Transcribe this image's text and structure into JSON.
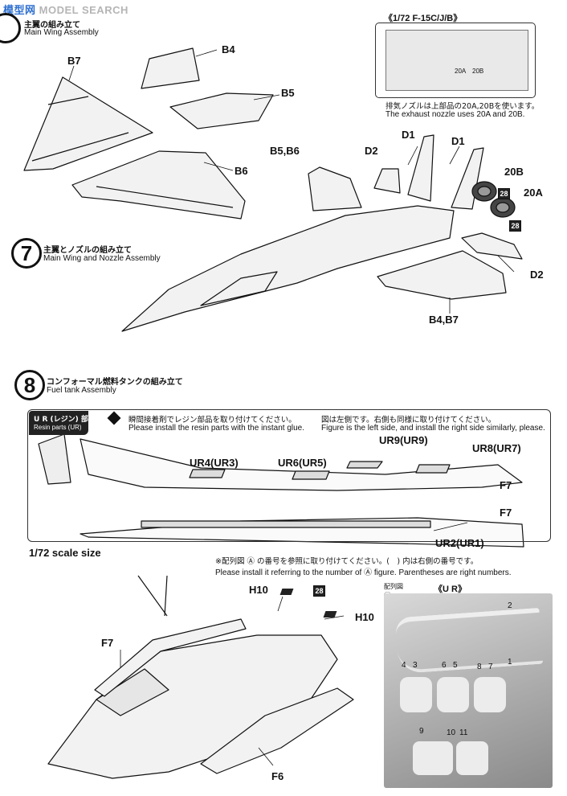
{
  "watermark": {
    "logo_text": "模型网",
    "text": "MODEL SEARCH"
  },
  "step6": {
    "title_jp": "主翼の組み立て",
    "title_en": "Main Wing Assembly"
  },
  "step7": {
    "number": "7",
    "title_jp": "主翼とノズルの組み立て",
    "title_en": "Main Wing and Nozzle Assembly"
  },
  "step8": {
    "number": "8",
    "title_jp": "コンフォーマル燃料タンクの組み立て",
    "title_en": "Fuel tank Assembly"
  },
  "inset": {
    "title": "《1/72 F-15C/J/B》",
    "part_a": "20A",
    "part_b": "20B",
    "note_jp": "排気ノズルは上部品の20A,20Bを使います。",
    "note_en": "The exhaust nozzle uses 20A and 20B."
  },
  "labels": {
    "b7": "B7",
    "b4": "B4",
    "b5": "B5",
    "b6": "B6",
    "b5b6": "B5,B6",
    "d2_top": "D2",
    "d1_a": "D1",
    "d1_b": "D1",
    "p20b": "20B",
    "p20a": "20A",
    "d2_right": "D2",
    "b4b7": "B4,B7",
    "badge_a": "28",
    "badge_b": "28",
    "badge_c": "28"
  },
  "resin": {
    "tag_jp": "U R (レジン) 部品",
    "tag_en": "Resin parts (UR)",
    "glue_jp": "瞬間接着剤でレジン部品を取り付けてください。",
    "glue_en": "Please install the resin parts with the instant glue.",
    "figure_jp": "図は左側です。右側も同様に取り付けてください。",
    "figure_en": "Figure is the left side, and install the right side similarly, please.",
    "ur9": "UR9(UR9)",
    "ur4": "UR4(UR3)",
    "ur6": "UR6(UR5)",
    "ur8": "UR8(UR7)",
    "f7_a": "F7",
    "f7_b": "F7",
    "ur2": "UR2(UR1)"
  },
  "scale_label": "1/72 scale size",
  "refnote": {
    "jp": "※配列図 Ⓐ の番号を参照に取り付けてください。(　) 内は右側の番号です。",
    "en": "Please install it referring to the number of Ⓐ figure. Parentheses are right numbers."
  },
  "assembly": {
    "h10_a": "H10",
    "h10_b": "H10",
    "f7": "F7",
    "f6": "F6"
  },
  "photo": {
    "caption": "配列図",
    "marker": "Ⓐ",
    "title": "《U R》",
    "n2": "2",
    "n1": "1",
    "n4": "4",
    "n3": "3",
    "n6": "6",
    "n5": "5",
    "n8": "8",
    "n7": "7",
    "n9": "9",
    "n10": "10",
    "n11": "11"
  }
}
